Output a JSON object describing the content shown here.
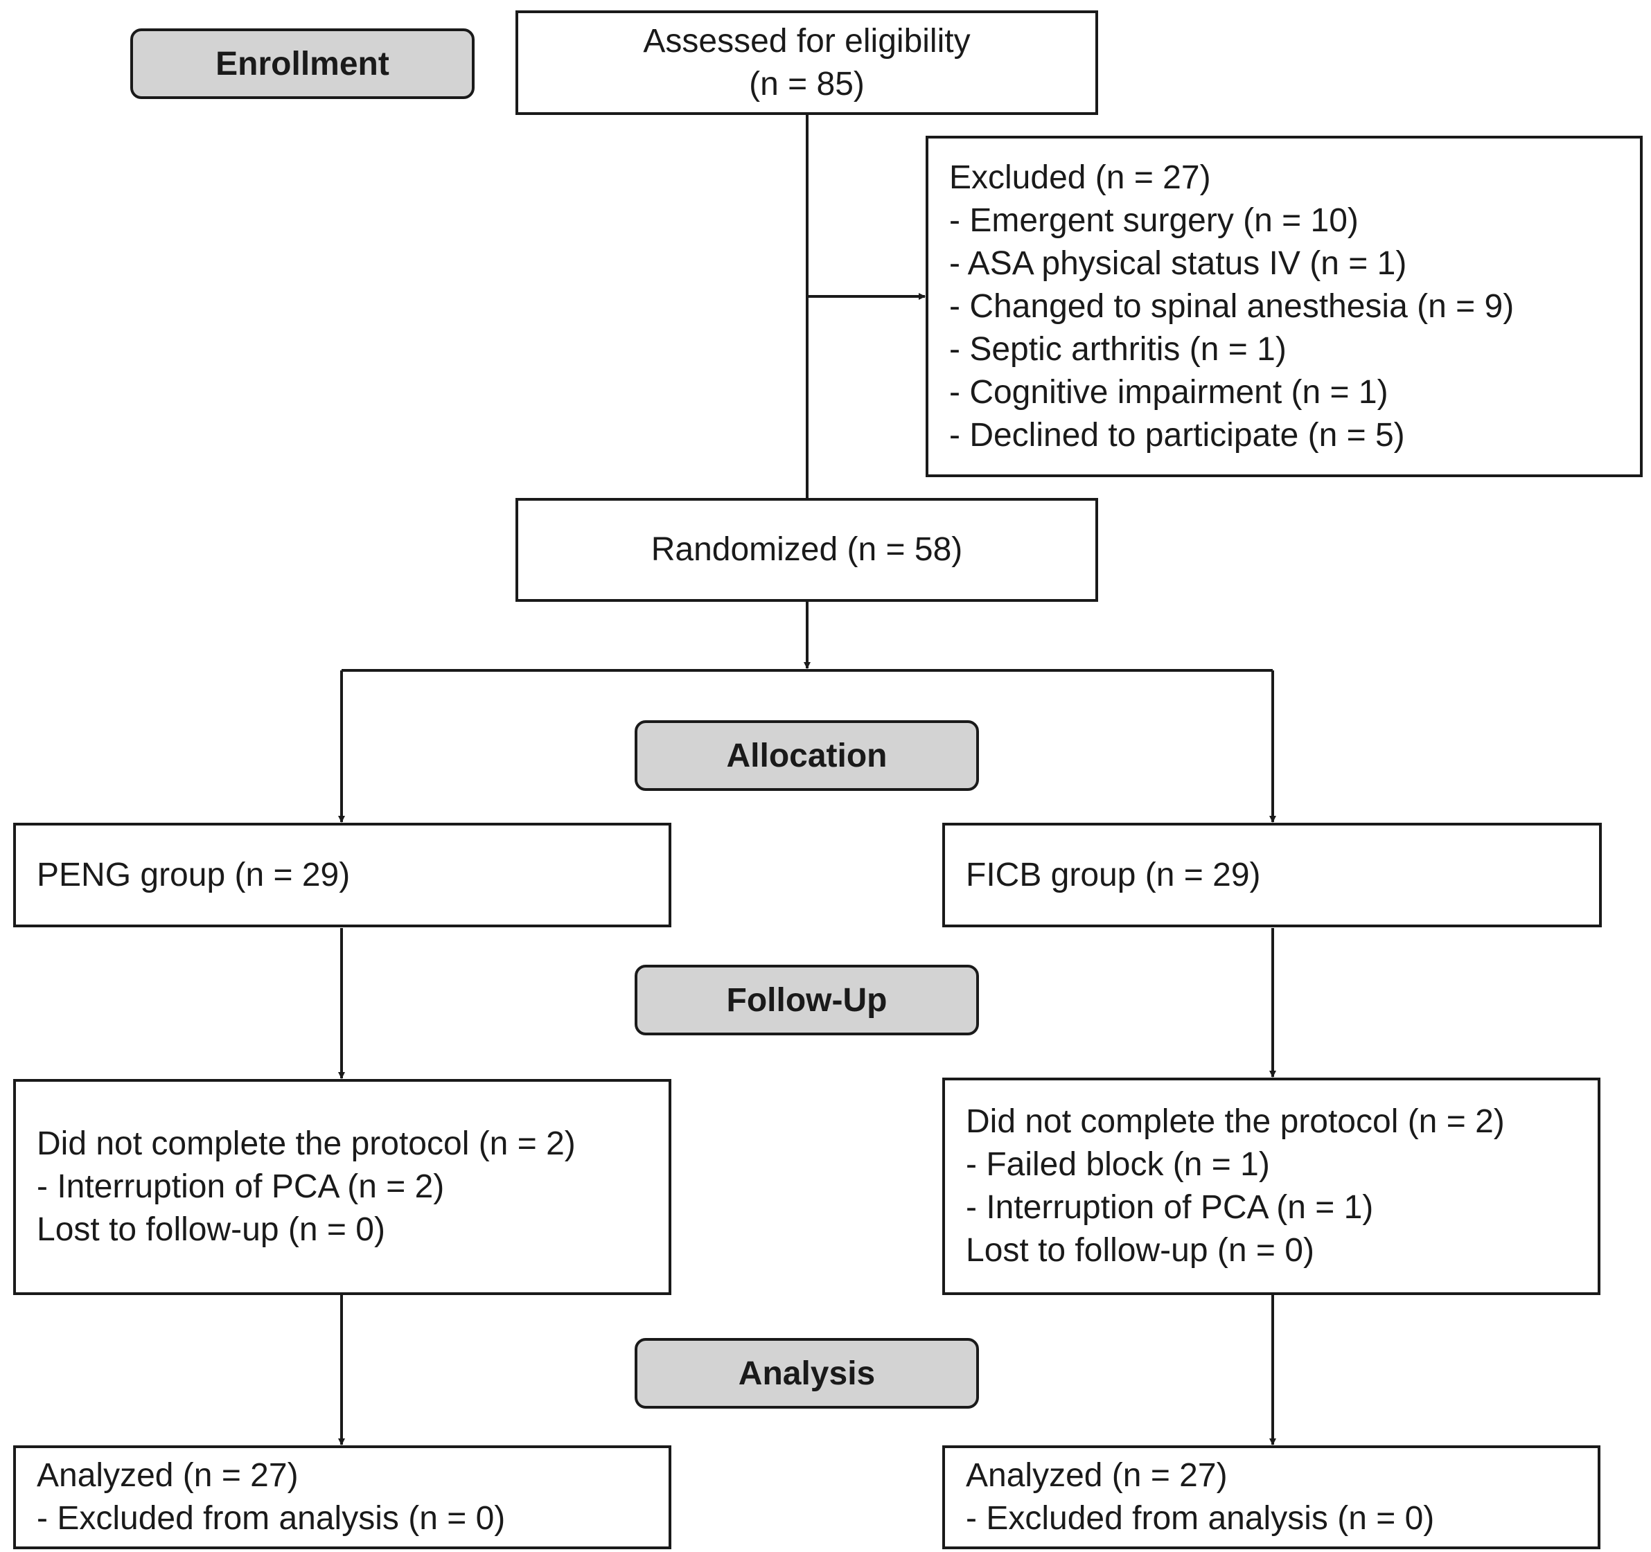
{
  "stages": {
    "enrollment": "Enrollment",
    "allocation": "Allocation",
    "follow_up": "Follow-Up",
    "analysis": "Analysis"
  },
  "assessed": {
    "line1": "Assessed for eligibility",
    "line2": "(n = 85)"
  },
  "excluded": {
    "title": "Excluded (n = 27)",
    "items": [
      "- Emergent surgery (n = 10)",
      "- ASA physical status IV (n = 1)",
      "- Changed to spinal anesthesia (n = 9)",
      "- Septic arthritis (n = 1)",
      "- Cognitive impairment (n = 1)",
      "- Declined to participate (n = 5)"
    ]
  },
  "randomized": "Randomized (n = 58)",
  "peng": {
    "allocation": "PENG group (n = 29)",
    "follow_up": [
      "Did not complete the protocol (n = 2)",
      "- Interruption of PCA (n = 2)",
      "Lost to follow-up (n = 0)"
    ],
    "analysis": [
      "Analyzed (n = 27)",
      "- Excluded from analysis (n = 0)"
    ]
  },
  "ficb": {
    "allocation": "FICB group (n = 29)",
    "follow_up": [
      "Did not complete the protocol (n = 2)",
      "- Failed block (n = 1)",
      "- Interruption of PCA (n = 1)",
      "Lost to follow-up (n = 0)"
    ],
    "analysis": [
      "Analyzed (n = 27)",
      "- Excluded from analysis (n = 0)"
    ]
  }
}
